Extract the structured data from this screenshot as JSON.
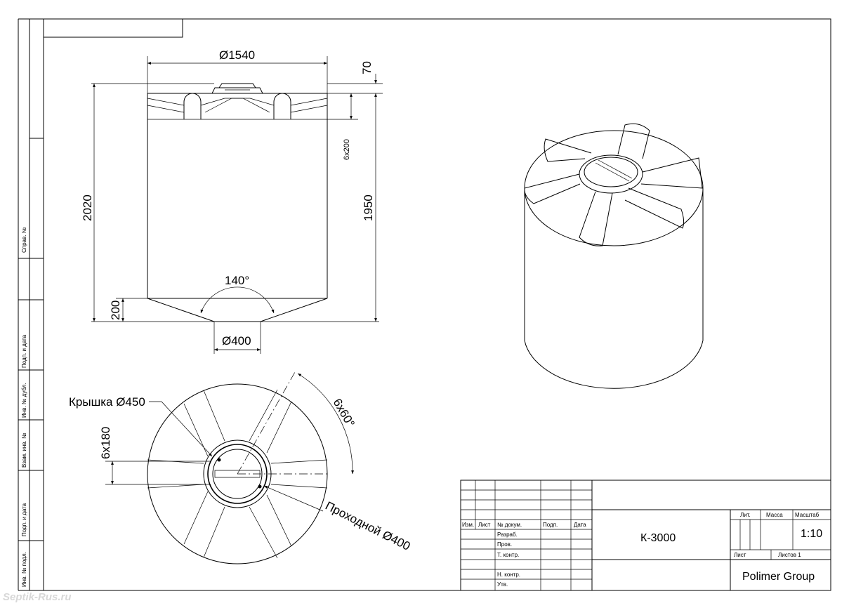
{
  "drawing": {
    "front_view": {
      "dia_top": "Ø1540",
      "h_lid": "70",
      "h_total": "2020",
      "h_body": "1950",
      "ribs_side": "6x200",
      "cone_angle": "140°",
      "h_cone": "200",
      "dia_outlet": "Ø400"
    },
    "top_view": {
      "lid_label": "Крышка Ø450",
      "ribs_width": "6x180",
      "rib_angle": "6x60°",
      "manhole_label": "Проходной Ø400"
    }
  },
  "side_strip": {
    "labels": [
      "Справ. №",
      "Подп. и дата",
      "Инв. № дубл.",
      "Взам. инв. №",
      "Подп. и дата",
      "Инв. № подл."
    ]
  },
  "title_block": {
    "headers": {
      "izm": "Изм.",
      "list": "Лист",
      "doc": "№ докум.",
      "podp": "Подп.",
      "data": "Дата"
    },
    "roles": [
      "Разраб.",
      "Пров.",
      "Т. контр.",
      "Н. контр.",
      "Утв."
    ],
    "designation": "К-3000",
    "lit": "Лит.",
    "mass": "Масса",
    "scale_label": "Масштаб",
    "scale": "1:10",
    "sheet": "Лист",
    "sheets": "Листов 1",
    "company": "Polimer Group"
  },
  "watermark": "Septik-Rus.ru"
}
